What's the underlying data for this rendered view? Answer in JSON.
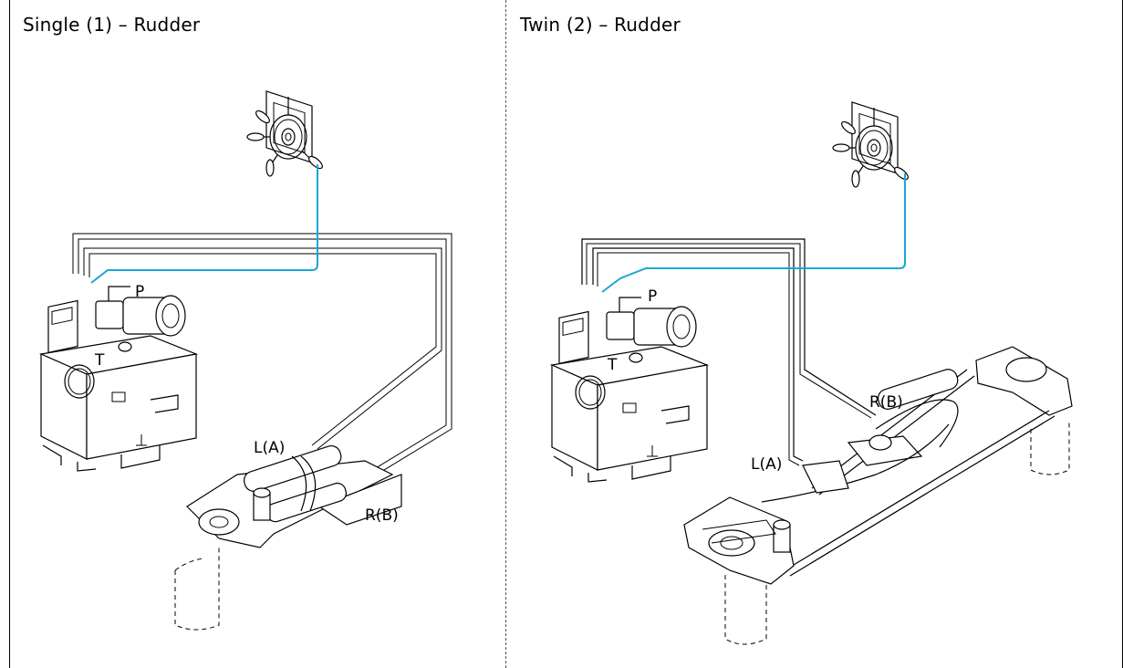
{
  "panels": {
    "left": {
      "title": "Single (1) – Rudder",
      "labels": {
        "pump": "P",
        "tank": "T",
        "left_port": "L(A)",
        "right_port": "R(B)"
      }
    },
    "right": {
      "title": "Twin (2) – Rudder",
      "labels": {
        "pump": "P",
        "tank": "T",
        "left_port": "L(A)",
        "right_port": "R(B)"
      }
    }
  },
  "colors": {
    "signal_line": "#1aa7d6",
    "line": "#000000"
  },
  "icons": [
    "steering-wheel-icon",
    "hydraulic-power-unit-icon",
    "rudder-cylinder-icon",
    "rudder-stock-icon"
  ]
}
